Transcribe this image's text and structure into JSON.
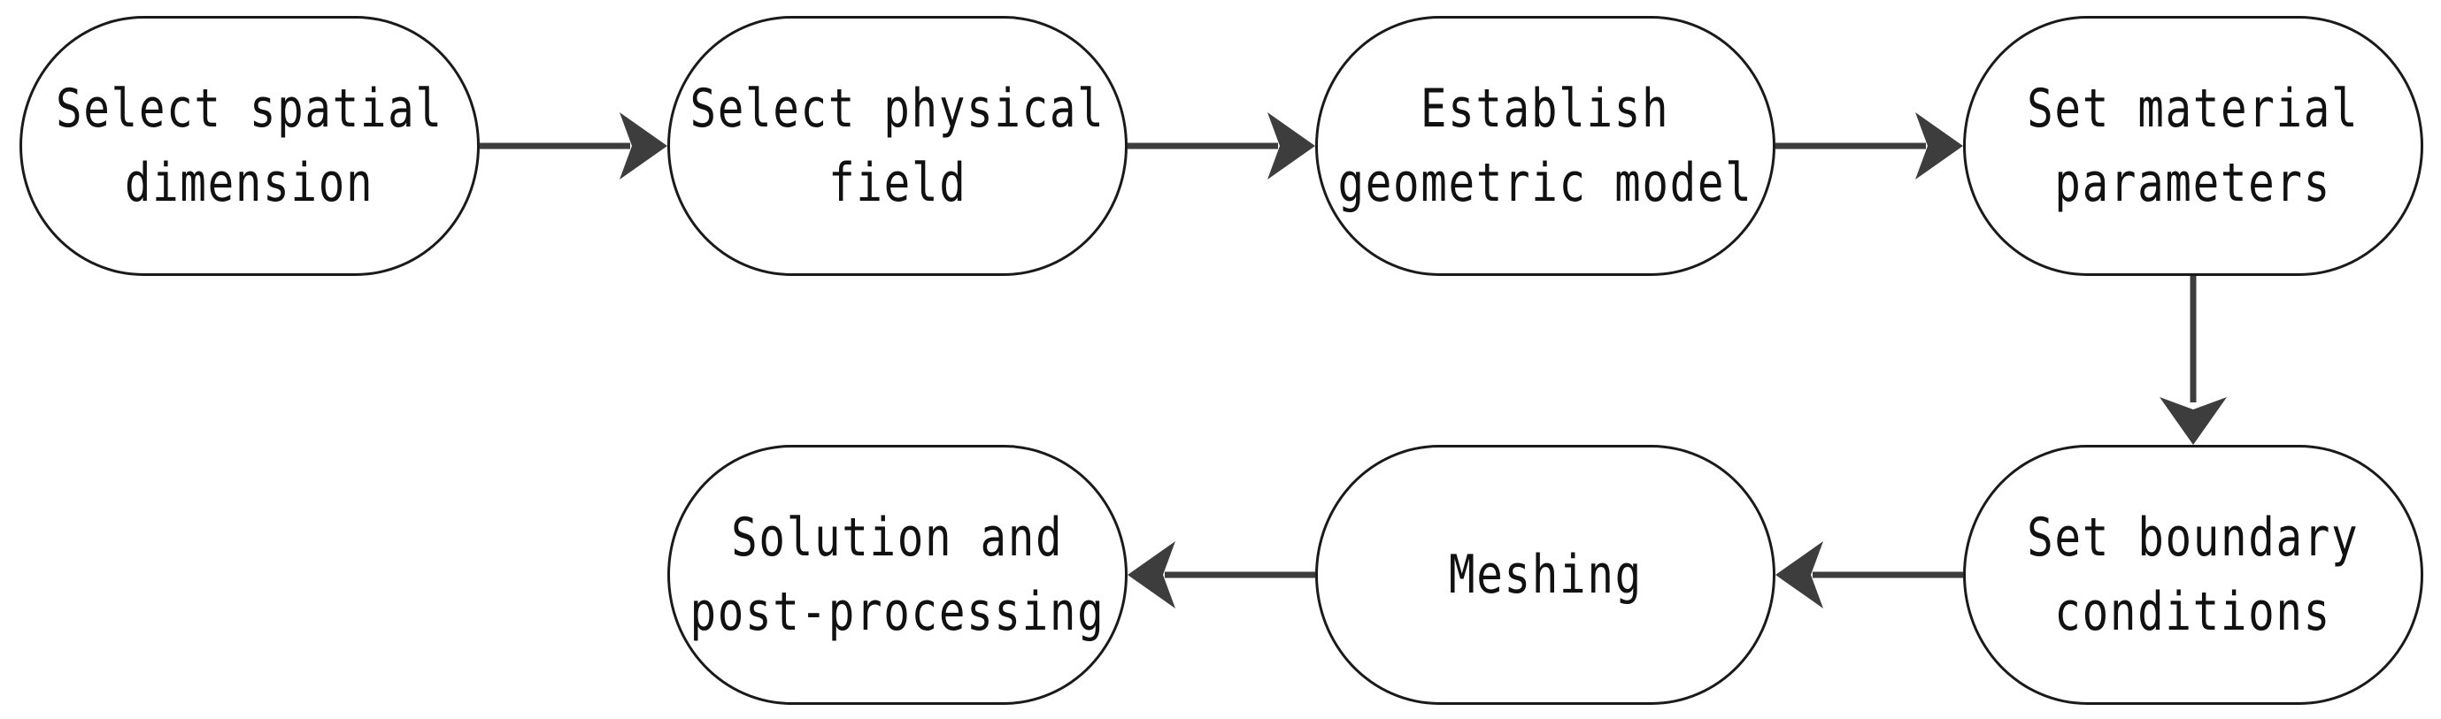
{
  "diagram": {
    "nodes": [
      {
        "id": "n1",
        "lines": [
          "Select spatial",
          "dimension"
        ]
      },
      {
        "id": "n2",
        "lines": [
          "Select physical",
          "field"
        ]
      },
      {
        "id": "n3",
        "lines": [
          "Establish",
          "geometric model"
        ]
      },
      {
        "id": "n4",
        "lines": [
          "Set material",
          "parameters"
        ]
      },
      {
        "id": "n5",
        "lines": [
          "Set boundary",
          "conditions"
        ]
      },
      {
        "id": "n6",
        "lines": [
          "Meshing"
        ]
      },
      {
        "id": "n7",
        "lines": [
          "Solution and",
          "post-processing"
        ]
      }
    ],
    "edges": [
      {
        "from": "n1",
        "to": "n2"
      },
      {
        "from": "n2",
        "to": "n3"
      },
      {
        "from": "n3",
        "to": "n4"
      },
      {
        "from": "n4",
        "to": "n5"
      },
      {
        "from": "n5",
        "to": "n6"
      },
      {
        "from": "n6",
        "to": "n7"
      }
    ],
    "line_color": "#3d3d3d",
    "border_color": "#1a1a1a",
    "text_color": "#111111"
  }
}
